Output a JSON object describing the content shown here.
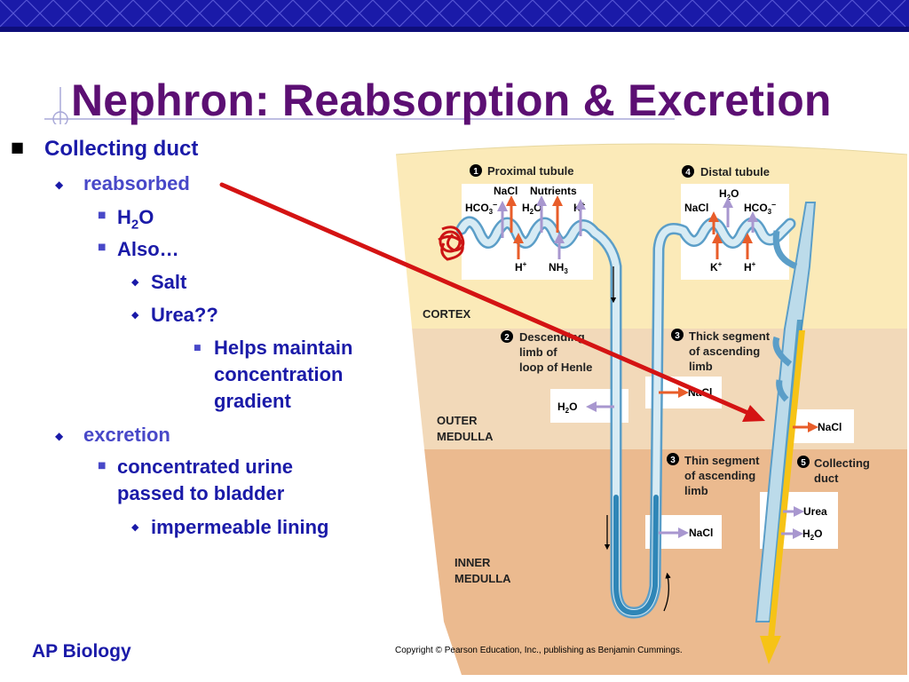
{
  "slide": {
    "title": "Nephron: Reabsorption & Excretion",
    "footer": "AP Biology",
    "copyright": "Copyright © Pearson Education, Inc., publishing as Benjamin Cummings."
  },
  "bullets": {
    "collecting_duct": "Collecting duct",
    "reabsorbed": "reabsorbed",
    "water_h": "H",
    "water_sub": "2",
    "water_o": "O",
    "also": "Also…",
    "salt": "Salt",
    "urea": "Urea??",
    "helps_1": "Helps maintain",
    "helps_2": "concentration",
    "helps_3": "gradient",
    "excretion": "excretion",
    "urine_1": "concentrated urine",
    "urine_2": "passed to bladder",
    "lining": "impermeable lining"
  },
  "diagram": {
    "zones": {
      "cortex": "CORTEX",
      "outer_1": "OUTER",
      "outer_2": "MEDULLA",
      "inner_1": "INNER",
      "inner_2": "MEDULLA"
    },
    "steps": {
      "s1": {
        "num": "1",
        "label": "Proximal tubule"
      },
      "s2": {
        "num": "2",
        "line1": "Descending",
        "line2": "limb of",
        "line3": "loop of Henle"
      },
      "s3a": {
        "num": "3",
        "line1": "Thick segment",
        "line2": "of ascending",
        "line3": "limb"
      },
      "s3b": {
        "num": "3",
        "line1": "Thin segment",
        "line2": "of ascending",
        "line3": "limb"
      },
      "s4": {
        "num": "4",
        "label": "Distal tubule"
      },
      "s5": {
        "num": "5",
        "line1": "Collecting",
        "line2": "duct"
      }
    },
    "solutes": {
      "nacl": "NaCl",
      "nutrients": "Nutrients",
      "hco3": "HCO",
      "h2o": "H",
      "k": "K",
      "h": "H",
      "nh3": "NH",
      "urea": "Urea",
      "three": "3",
      "two": "2",
      "plus": "+",
      "minus": "–",
      "o": "O"
    }
  },
  "colors": {
    "title": "#5c0f73",
    "bullet": "#1a1aa8",
    "cortex": "#fbeab8",
    "outer_medulla": "#f2d9b9",
    "inner_medulla": "#ebba8f",
    "tubule": "#bcdbea",
    "tubule_dark": "#2f86b7",
    "orange_arrow": "#e85d2a",
    "purple_arrow": "#a897cf",
    "red_pointer": "#d41313",
    "yellow_urine": "#f6c316"
  }
}
